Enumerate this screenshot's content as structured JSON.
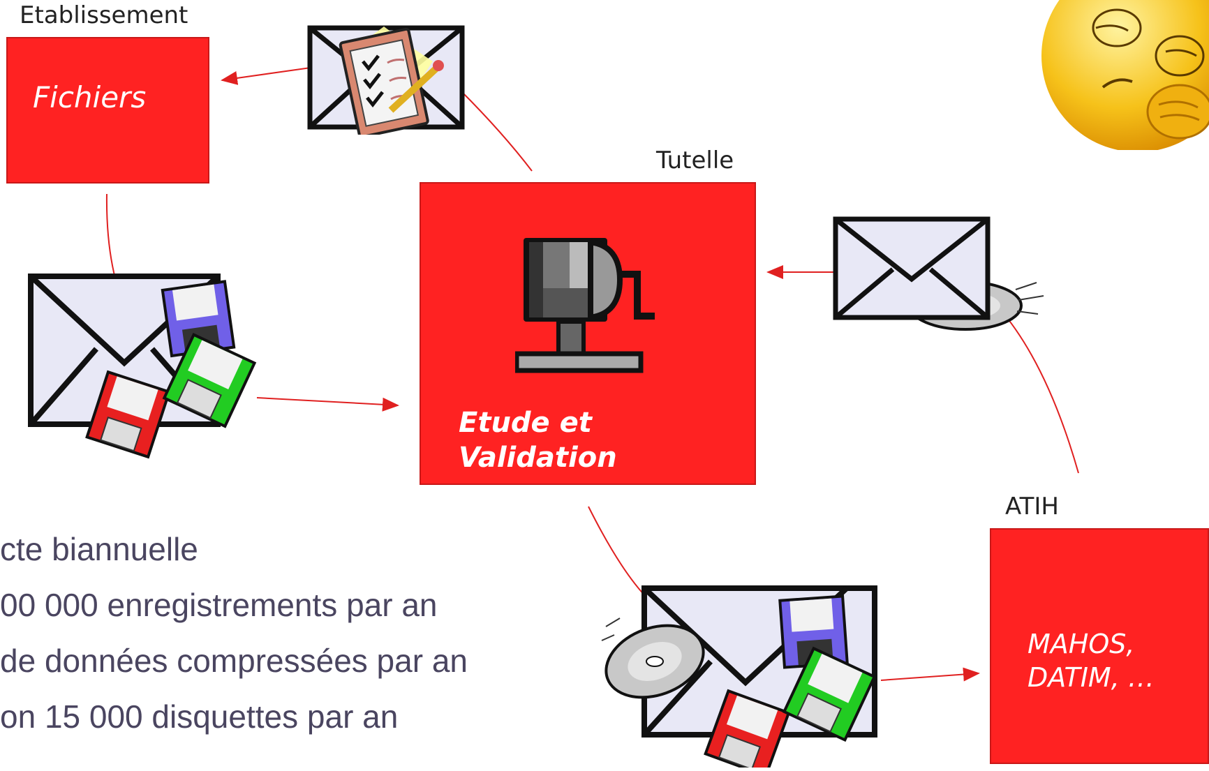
{
  "labels": {
    "etablissement": "Etablissement",
    "tutelle": "Tutelle",
    "atih": "ATIH"
  },
  "boxes": {
    "fichiers": "Fichiers",
    "etude": "Etude et\nValidation",
    "mahos": "MAHOS,\nDATIM, …"
  },
  "bullets": [
    "cte biannuelle",
    "00 000 enregistrements par an",
    "de données compressées par an",
    "on 15 000 disquettes par an"
  ],
  "icons": [
    "envelope-icon",
    "clipboard-icon",
    "floppy-disk-icon",
    "cd-icon",
    "pencil-sharpener-icon",
    "emoji-face-icon"
  ],
  "colors": {
    "box": "#ff2222",
    "arrow": "#e02020",
    "text": "#4a4560"
  }
}
